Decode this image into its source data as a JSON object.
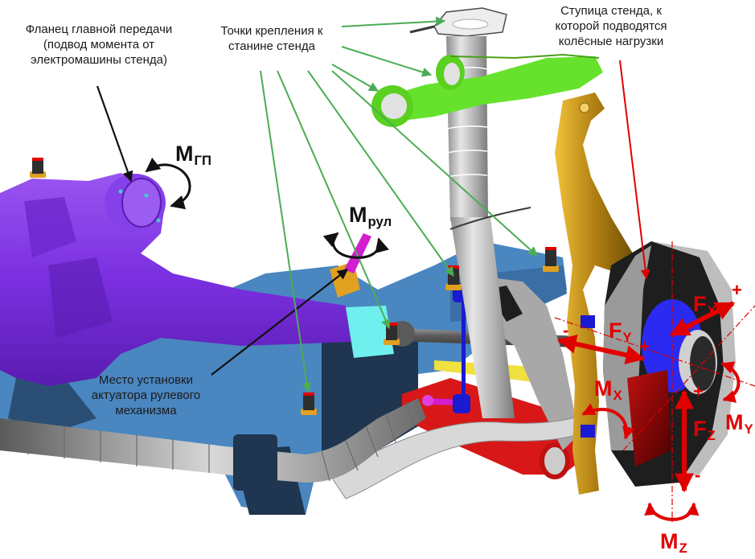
{
  "title": "Схема стенда для испытаний подвески",
  "colors": {
    "housing": "#7a2fe0",
    "subframe": "#4a86c0",
    "subframe_dark": "#1f3550",
    "control_arm_upper": "#66e22c",
    "knuckle": "#d9a31c",
    "lower_arm": "#d81818",
    "stabilizer_link": "#1a1ad0",
    "steering_shaft": "#d21ecf",
    "hub_disc": "#1e1e1e",
    "strut": "#b8b8b8",
    "mount_pin": "#2e2e2e",
    "mount_base": "#e0a020",
    "tie_rod_sleeve": "#6ff0ef",
    "leader_black": "#111111",
    "leader_green": "#4cac55",
    "load_red": "#e10000"
  },
  "annotations": {
    "main_gear_flange": {
      "lines": [
        "Фланец главной передачи",
        "(подвод момента от",
        "электромашины стенда)"
      ]
    },
    "mount_points": {
      "lines": [
        "Точки крепления к",
        "станине стенда"
      ]
    },
    "test_hub": {
      "lines": [
        "Ступица стенда, к",
        "которой подводятся",
        "колёсные нагрузки"
      ]
    },
    "steering_actuator": {
      "lines": [
        "Место установки",
        "актуатора рулевого",
        "механизма"
      ]
    }
  },
  "moments": {
    "main_gear": {
      "symbol": "M",
      "subscript": "ГП"
    },
    "steering": {
      "symbol": "M",
      "subscript": "рул"
    }
  },
  "wheel_loads": {
    "Fx": {
      "symbol": "F",
      "subscript": "X",
      "plus": "+",
      "minus": "-"
    },
    "Fy": {
      "symbol": "F",
      "subscript": "Y",
      "plus": "+",
      "minus": "-"
    },
    "Fz": {
      "symbol": "F",
      "subscript": "Z",
      "plus": "+",
      "minus": "-"
    },
    "Mx": {
      "symbol": "M",
      "subscript": "X"
    },
    "My": {
      "symbol": "M",
      "subscript": "Y"
    },
    "Mz": {
      "symbol": "M",
      "subscript": "Z"
    }
  }
}
